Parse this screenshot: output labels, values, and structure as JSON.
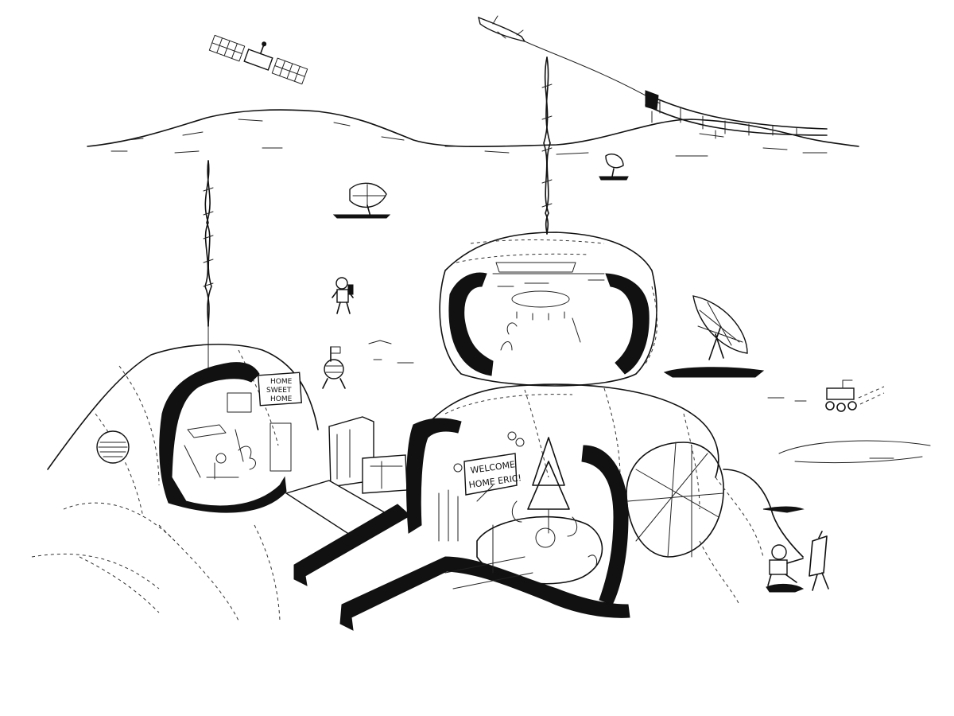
{
  "sign": {
    "line1": "HOME",
    "line2": "SWEET",
    "line3": "HOME"
  },
  "banner": {
    "line1": "WELCOME",
    "line2": "HOME ERIC!"
  },
  "icons": [
    "satellite-icon",
    "rocket-icon",
    "radar-dish-icon",
    "astronaut-icon",
    "rover-icon",
    "easel-icon",
    "tree-icon"
  ]
}
